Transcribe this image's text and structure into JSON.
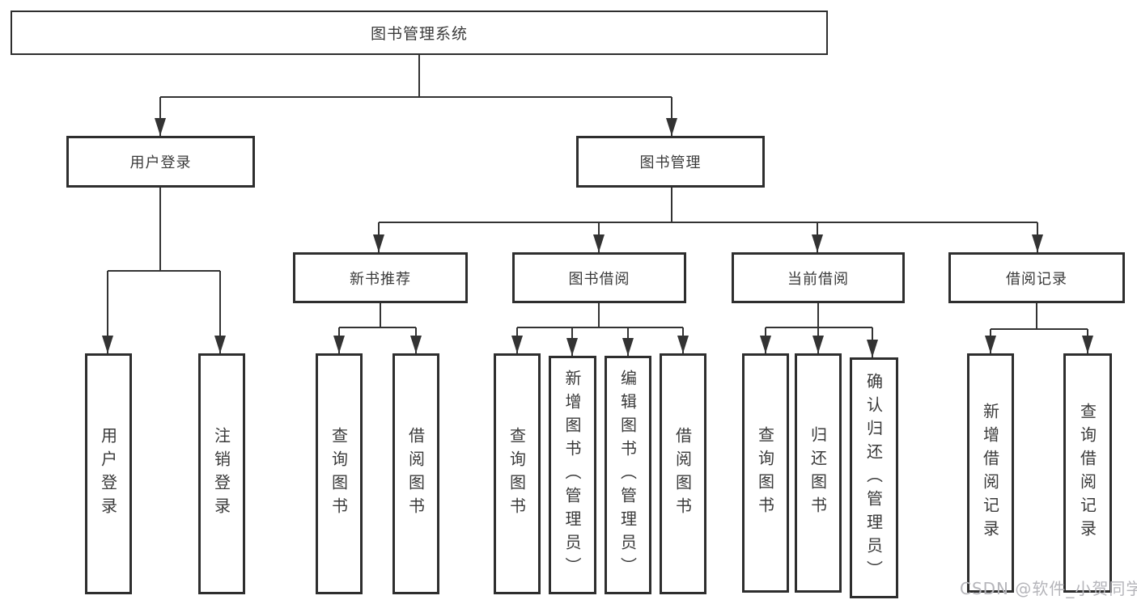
{
  "colors": {
    "line_color": "#333333",
    "border_color": "#2e2e2e",
    "text_color": "#3a3a3a",
    "watermark_color": "#b5b5ba",
    "bg_color": "#ffffff"
  },
  "watermark": {
    "text": "CSDN @软件_小贺同学"
  },
  "tree": {
    "label": "图书管理系统",
    "children": [
      {
        "label": "用户登录",
        "children": [
          {
            "label": "用户登录"
          },
          {
            "label": "注销登录"
          }
        ]
      },
      {
        "label": "图书管理",
        "children": [
          {
            "label": "新书推荐",
            "children": [
              {
                "label": "查询图书"
              },
              {
                "label": "借阅图书"
              }
            ]
          },
          {
            "label": "图书借阅",
            "children": [
              {
                "label": "查询图书"
              },
              {
                "label": "新增图书（管理员）"
              },
              {
                "label": "编辑图书（管理员）"
              },
              {
                "label": "借阅图书"
              }
            ]
          },
          {
            "label": "当前借阅",
            "children": [
              {
                "label": "查询图书"
              },
              {
                "label": "归还图书"
              },
              {
                "label": "确认归还（管理员）"
              }
            ]
          },
          {
            "label": "借阅记录",
            "children": [
              {
                "label": "新增借阅记录"
              },
              {
                "label": "查询借阅记录"
              }
            ]
          }
        ]
      }
    ]
  }
}
